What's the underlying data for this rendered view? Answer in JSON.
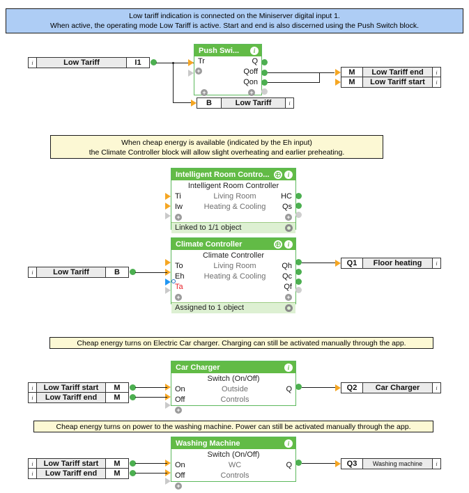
{
  "notes": [
    {
      "id": "note-low-tariff",
      "color": "blue",
      "text": "Low tariff indication is connected on the Miniserver digital input 1.\nWhen active, the operating mode Low Tariff is active. Start and end is also discerned using the Push Switch block."
    },
    {
      "id": "note-cheap-energy-climate",
      "color": "yellow",
      "text": "When cheap energy is available (indicated by the Eh input)\nthe Climate Controller block will allow slight overheating and earlier preheating."
    },
    {
      "id": "note-car-charger",
      "color": "yellow",
      "text": "Cheap energy turns on Electric Car charger. Charging can still be activated manually through the app."
    },
    {
      "id": "note-washing-machine",
      "color": "yellow",
      "text": "Cheap energy turns on power to the washing machine. Power can still be activated manually through the app."
    }
  ],
  "inputs": [
    {
      "id": "in-low-tariff-i1",
      "name": "Low Tariff",
      "slot": "I1",
      "info": "i"
    },
    {
      "id": "in-low-tariff-b",
      "name": "Low Tariff",
      "slot": "B",
      "info": "i"
    },
    {
      "id": "in-lt-start-cc",
      "name": "Low Tariff start",
      "slot": "M",
      "info": "i"
    },
    {
      "id": "in-lt-end-cc",
      "name": "Low Tariff end",
      "slot": "M",
      "info": "i"
    },
    {
      "id": "in-lt-start-wm",
      "name": "Low Tariff start",
      "slot": "M",
      "info": "i"
    },
    {
      "id": "in-lt-end-wm",
      "name": "Low Tariff end",
      "slot": "M",
      "info": "i"
    }
  ],
  "outputs": [
    {
      "id": "out-lt-end",
      "slot": "M",
      "name": "Low Tariff end",
      "info": "i"
    },
    {
      "id": "out-lt-start",
      "slot": "M",
      "name": "Low Tariff start",
      "info": "i"
    },
    {
      "id": "out-floor-heating",
      "slot": "Q1",
      "name": "Floor heating",
      "info": "i"
    },
    {
      "id": "out-car-charger",
      "slot": "Q2",
      "name": "Car Charger",
      "info": "i"
    },
    {
      "id": "out-washing",
      "slot": "Q3",
      "name": "Washing machine",
      "info": "i",
      "small": true
    }
  ],
  "virtual_outputs": [
    {
      "id": "vo-low-tariff",
      "slot": "B",
      "name": "Low Tariff",
      "info": "i"
    }
  ],
  "blocks": [
    {
      "id": "block-push-switch",
      "title": "Push Swi...",
      "title_full": "Push Switch",
      "subtitle": "",
      "icons": [
        "info-icon"
      ],
      "rows": [
        {
          "left": "Tr",
          "mid": "",
          "right": "Q"
        },
        {
          "left": "",
          "mid": "",
          "right": "Qoff"
        },
        {
          "left": "",
          "mid": "",
          "right": "Qon"
        }
      ],
      "status": ""
    },
    {
      "id": "block-intelligent-room-controller",
      "title": "Intelligent Room Contro...",
      "title_full": "Intelligent Room Controller",
      "subtitle": "Intelligent Room Controller",
      "icons": [
        "link-icon",
        "info-icon"
      ],
      "rows": [
        {
          "left": "Ti",
          "mid": "Living Room",
          "right": "HC"
        },
        {
          "left": "Iw",
          "mid": "Heating & Cooling",
          "right": "Qs"
        }
      ],
      "status": "Linked to 1/1 object"
    },
    {
      "id": "block-climate-controller",
      "title": "Climate Controller",
      "title_full": "Climate Controller",
      "subtitle": "Climate Controller",
      "icons": [
        "link-icon",
        "info-icon"
      ],
      "rows": [
        {
          "left": "To",
          "mid": "Living Room",
          "right": "Qh"
        },
        {
          "left": "Eh",
          "mid": "Heating & Cooling",
          "right": "Qc"
        },
        {
          "left": "Ta",
          "mid": "",
          "right": "Qf",
          "left_color": "red"
        }
      ],
      "status": "Assigned to 1 object"
    },
    {
      "id": "block-car-charger",
      "title": "Car Charger",
      "title_full": "Car Charger",
      "subtitle": "Switch (On/Off)",
      "icons": [
        "info-icon"
      ],
      "rows": [
        {
          "left": "On",
          "mid": "Outside",
          "right": "Q"
        },
        {
          "left": "Off",
          "mid": "Controls",
          "right": ""
        }
      ],
      "status": ""
    },
    {
      "id": "block-washing-machine",
      "title": "Washing Machine",
      "title_full": "Washing Machine",
      "subtitle": "Switch (On/Off)",
      "icons": [
        "info-icon"
      ],
      "rows": [
        {
          "left": "On",
          "mid": "WC",
          "right": "Q"
        },
        {
          "left": "Off",
          "mid": "Controls",
          "right": ""
        }
      ],
      "status": ""
    }
  ],
  "colors": {
    "block_header": "#62bb46",
    "block_border": "#5cb85c",
    "note_blue": "#aecdf5",
    "note_yellow": "#fcf8d4",
    "connector_in": "#f5a623",
    "connector_out": "#4caf50",
    "connector_disabled": "#c9c9c9",
    "analog_connector": "#2196f3",
    "alert_text": "#e8222a",
    "status_bar": "#ddf0d2",
    "wire": "#1a1a1a"
  }
}
